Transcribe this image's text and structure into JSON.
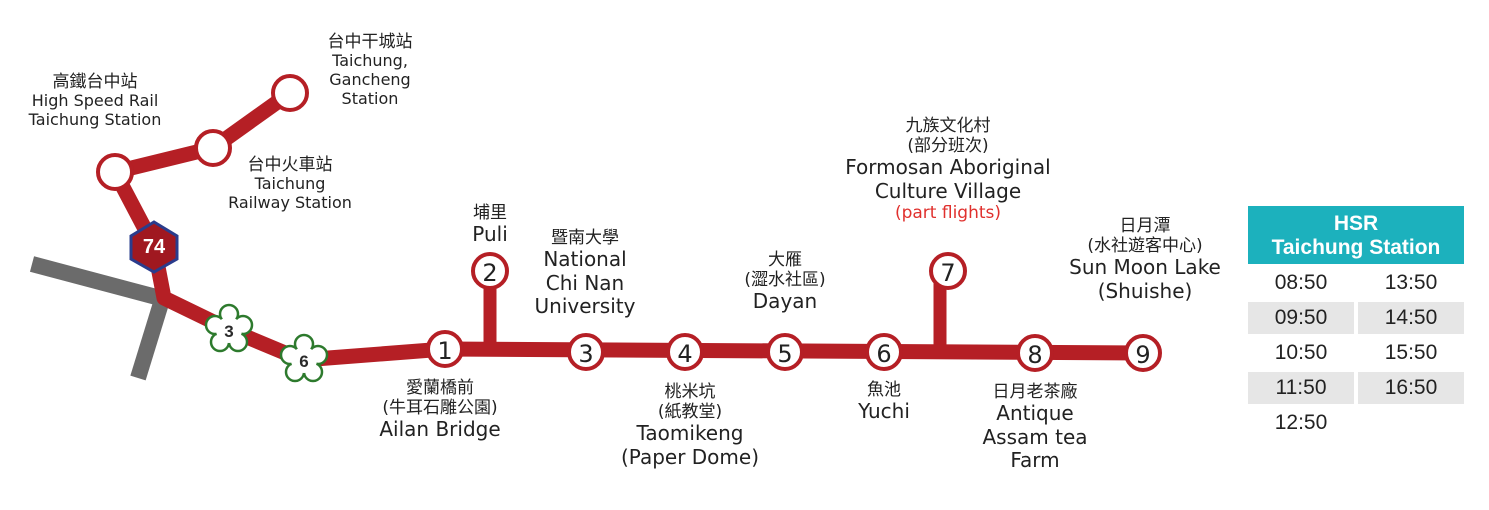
{
  "route": {
    "line_color": "#b51f25",
    "highway_74": "74",
    "road_3": "3",
    "road_6": "6"
  },
  "stations": {
    "gancheng": {
      "zh": "台中干城站",
      "en1": "Taichung,",
      "en2": "Gancheng",
      "en3": "Station"
    },
    "hsr": {
      "zh": "高鐵台中站",
      "en1": "High Speed Rail",
      "en2": "Taichung Station"
    },
    "railway": {
      "zh": "台中火車站",
      "en1": "Taichung",
      "en2": "Railway Station"
    },
    "s1": {
      "num": "1",
      "zh1": "愛蘭橋前",
      "zh2": "(牛耳石雕公園)",
      "en": "Ailan Bridge"
    },
    "s2": {
      "num": "2",
      "zh": "埔里",
      "en": "Puli"
    },
    "s3": {
      "num": "3",
      "zh": "暨南大學",
      "en1": "National",
      "en2": "Chi Nan",
      "en3": "University"
    },
    "s4": {
      "num": "4",
      "zh1": "桃米坑",
      "zh2": "(紙教堂)",
      "en1": "Taomikeng",
      "en2": "(Paper Dome)"
    },
    "s5": {
      "num": "5",
      "zh1": "大雁",
      "zh2": "(澀水社區)",
      "en": "Dayan"
    },
    "s6": {
      "num": "6",
      "zh": "魚池",
      "en": "Yuchi"
    },
    "s7": {
      "num": "7",
      "zh1": "九族文化村",
      "zh2": "(部分班次)",
      "en1": "Formosan Aboriginal",
      "en2": "Culture Village",
      "note": "(part flights)"
    },
    "s8": {
      "num": "8",
      "zh": "日月老茶廠",
      "en1": "Antique",
      "en2": "Assam tea",
      "en3": "Farm"
    },
    "s9": {
      "num": "9",
      "zh1": "日月潭",
      "zh2": "(水社遊客中心)",
      "en1": "Sun Moon Lake",
      "en2": "(Shuishe)"
    }
  },
  "timetable": {
    "header_line1": "HSR",
    "header_line2": "Taichung Station",
    "header_color": "#1cb1bd",
    "rows": [
      [
        "08:50",
        "13:50"
      ],
      [
        "09:50",
        "14:50"
      ],
      [
        "10:50",
        "15:50"
      ],
      [
        "11:50",
        "16:50"
      ],
      [
        "12:50",
        ""
      ]
    ]
  }
}
